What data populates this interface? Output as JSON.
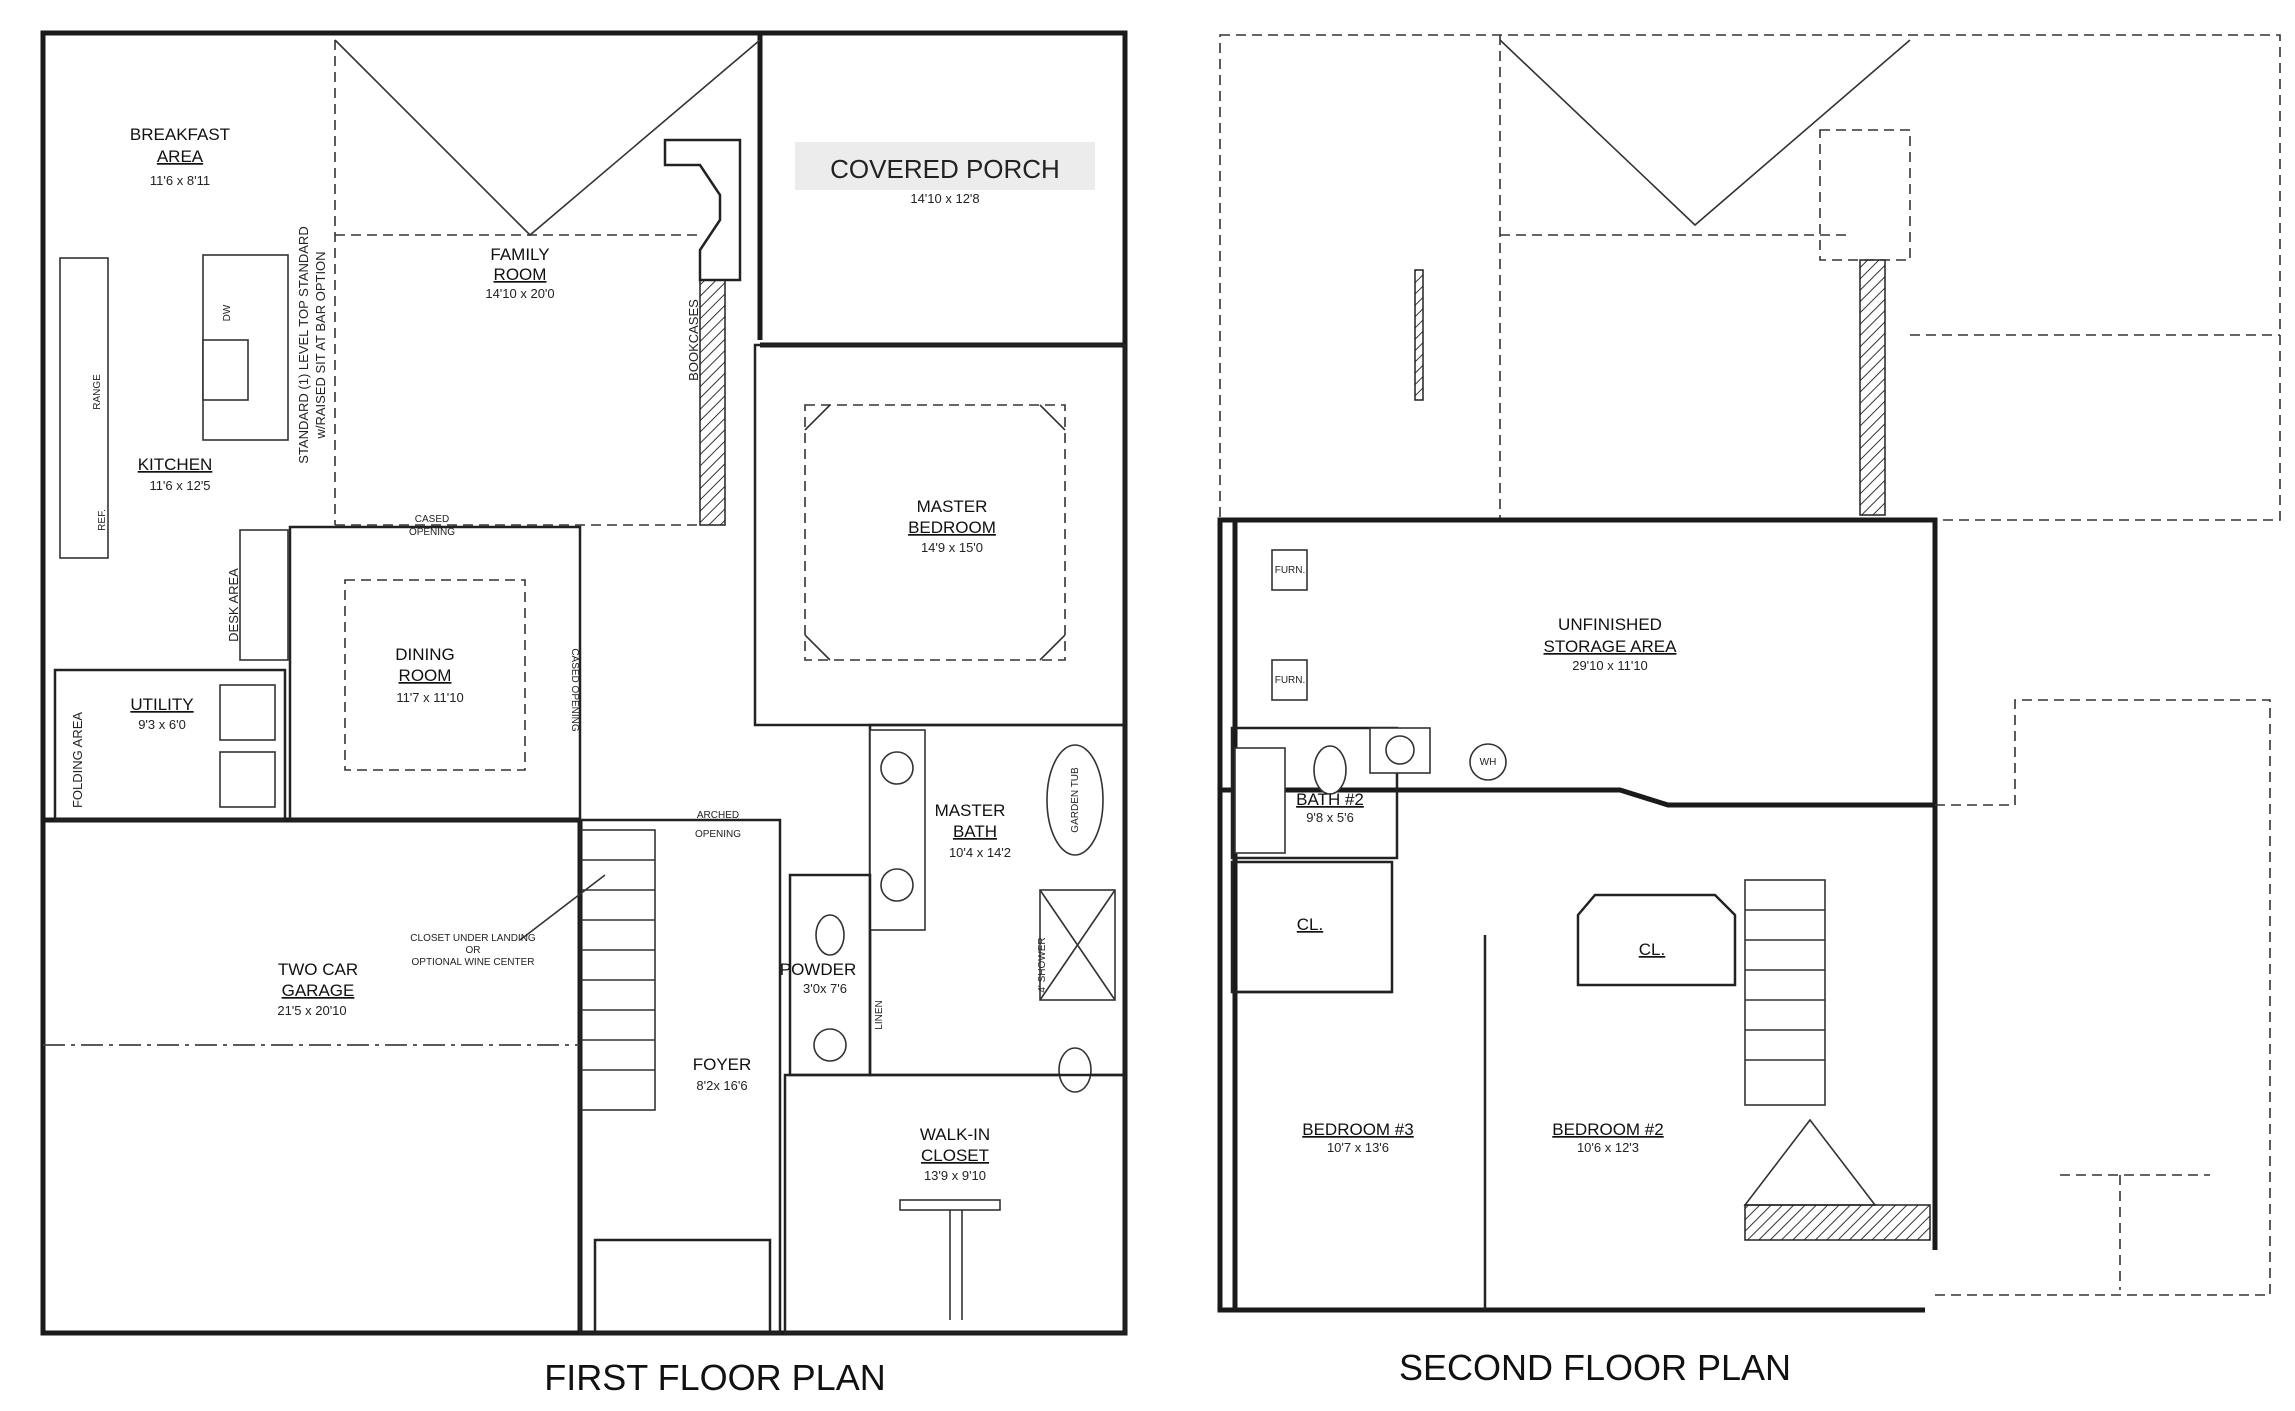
{
  "first_floor": {
    "title": "FIRST FLOOR PLAN",
    "rooms": {
      "breakfast": {
        "name1": "BREAKFAST",
        "name2": "AREA",
        "dim": "11'6 x 8'11"
      },
      "family": {
        "name1": "FAMILY",
        "name2": "ROOM",
        "dim": "14'10 x 20'0"
      },
      "porch": {
        "name": "COVERED PORCH",
        "dim": "14'10 x 12'8"
      },
      "kitchen": {
        "name": "KITCHEN",
        "dim": "11'6 x 12'5"
      },
      "master_bedroom": {
        "name1": "MASTER",
        "name2": "BEDROOM",
        "dim": "14'9 x 15'0"
      },
      "dining": {
        "name1": "DINING",
        "name2": "ROOM",
        "dim": "11'7 x 11'10"
      },
      "utility": {
        "name": "UTILITY",
        "dim": "9'3 x 6'0"
      },
      "master_bath": {
        "name1": "MASTER",
        "name2": "BATH",
        "dim": "10'4 x 14'2"
      },
      "powder": {
        "name": "POWDER",
        "dim": "3'0x 7'6"
      },
      "garage": {
        "name1": "TWO CAR",
        "name2": "GARAGE",
        "dim": "21'5 x 20'10"
      },
      "foyer": {
        "name": "FOYER",
        "dim": "8'2x 16'6"
      },
      "walkin": {
        "name1": "WALK-IN",
        "name2": "CLOSET",
        "dim": "13'9 x 9'10"
      }
    },
    "notes": {
      "island1": "STANDARD (1) LEVEL TOP STANDARD",
      "island2": "w/RAISED SIT AT BAR OPTION",
      "bookcases": "BOOKCASES",
      "desk": "DESK AREA",
      "folding": "FOLDING AREA",
      "cased_top1": "CASED",
      "cased_top2": "OPENING",
      "cased_side": "CASED OPENING",
      "arched1": "ARCHED",
      "arched2": "OPENING",
      "closet1": "CLOSET UNDER LANDING",
      "closet2": "OR",
      "closet3": "OPTIONAL WINE CENTER",
      "dw": "DW",
      "range": "RANGE",
      "ref": "REF.",
      "shower": "4' SHOWER",
      "garden_tub": "GARDEN TUB",
      "linen": "LINEN"
    }
  },
  "second_floor": {
    "title": "SECOND FLOOR PLAN",
    "rooms": {
      "storage": {
        "name1": "UNFINISHED",
        "name2": "STORAGE AREA",
        "dim": "29'10 x 11'10"
      },
      "bath2": {
        "name": "BATH #2",
        "dim": "9'8 x 5'6"
      },
      "cl1": {
        "name": "CL."
      },
      "cl2": {
        "name": "CL."
      },
      "bed3": {
        "name": "BEDROOM #3",
        "dim": "10'7 x 13'6"
      },
      "bed2": {
        "name": "BEDROOM #2",
        "dim": "10'6 x 12'3"
      }
    },
    "notes": {
      "furn1": "FURN.",
      "furn2": "FURN.",
      "wh": "WH"
    }
  }
}
